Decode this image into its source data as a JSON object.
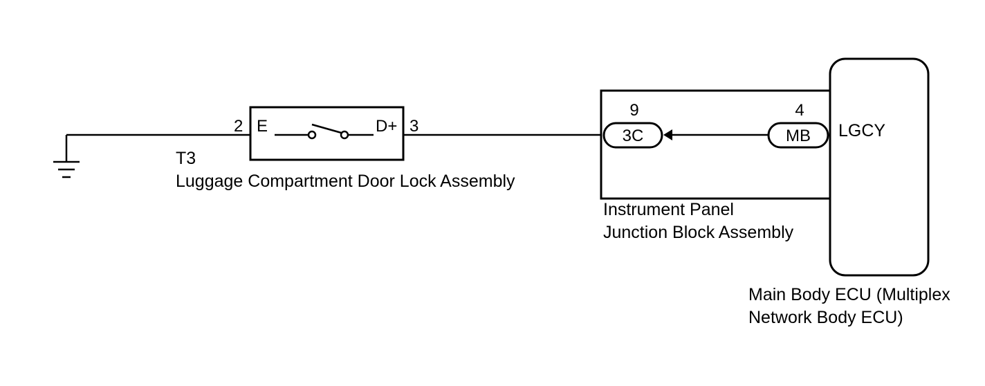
{
  "switch_assembly": {
    "code": "T3",
    "name": "Luggage Compartment Door Lock Assembly",
    "pin_left_number": "2",
    "pin_left_name": "E",
    "pin_right_name": "D+",
    "pin_right_number": "3"
  },
  "junction_block": {
    "name_line1": "Instrument Panel",
    "name_line2": "Junction Block Assembly",
    "connector_3c": {
      "label": "3C",
      "pin": "9"
    },
    "connector_mb": {
      "label": "MB",
      "pin": "4"
    }
  },
  "ecu": {
    "terminal": "LGCY",
    "name_line1": "Main Body ECU (Multiplex",
    "name_line2": "Network Body ECU)"
  }
}
